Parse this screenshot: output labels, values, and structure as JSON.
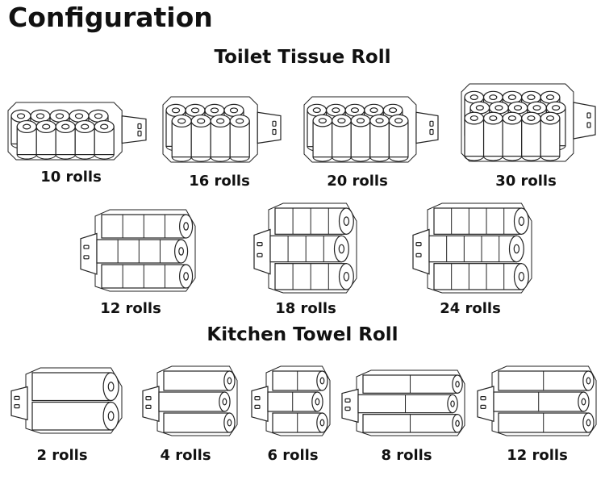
{
  "title": "Configuration",
  "sections": [
    {
      "heading": "Toilet Tissue Roll",
      "items": [
        {
          "label": "10 rolls",
          "layout": "top",
          "cols": 5,
          "rows": 2
        },
        {
          "label": "16 rolls",
          "layout": "top",
          "cols": 4,
          "rows": 2
        },
        {
          "label": "20 rolls",
          "layout": "top",
          "cols": 5,
          "rows": 2
        },
        {
          "label": "30 rolls",
          "layout": "top",
          "cols": 5,
          "rows": 3
        },
        {
          "label": "12 rolls",
          "layout": "side",
          "stacks": 3,
          "segments": 4
        },
        {
          "label": "18 rolls",
          "layout": "side",
          "stacks": 3,
          "segments": 4
        },
        {
          "label": "24 rolls",
          "layout": "side",
          "stacks": 3,
          "segments": 5
        }
      ]
    },
    {
      "heading": "Kitchen Towel Roll",
      "items": [
        {
          "label": "2 rolls",
          "layout": "side",
          "stacks": 2,
          "segments": 1
        },
        {
          "label": "4 rolls",
          "layout": "side",
          "stacks": 3,
          "segments": 1
        },
        {
          "label": "6 rolls",
          "layout": "side",
          "stacks": 3,
          "segments": 2
        },
        {
          "label": "8 rolls",
          "layout": "side",
          "stacks": 3,
          "segments": 2
        },
        {
          "label": "12 rolls",
          "layout": "side",
          "stacks": 3,
          "segments": 2
        }
      ]
    }
  ],
  "colors": {
    "line": "#222222",
    "fill": "#ffffff",
    "text": "#111111"
  }
}
